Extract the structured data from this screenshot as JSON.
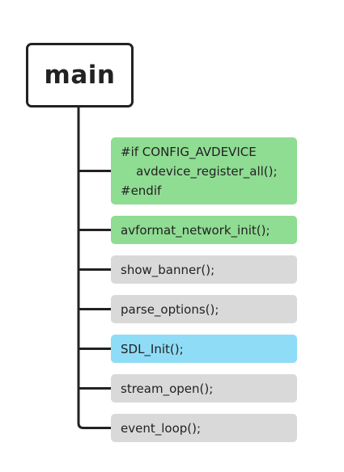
{
  "diagram": {
    "root": {
      "label": "main"
    },
    "children": [
      {
        "id": "avdevice",
        "lines": [
          "#if CONFIG_AVDEVICE",
          "    avdevice_register_all();",
          "#endif"
        ],
        "color": "#8fdc93"
      },
      {
        "id": "network-init",
        "lines": [
          "avformat_network_init();"
        ],
        "color": "#8fdc93"
      },
      {
        "id": "show-banner",
        "lines": [
          "show_banner();"
        ],
        "color": "#d9d9d9"
      },
      {
        "id": "parse-options",
        "lines": [
          "parse_options();"
        ],
        "color": "#d9d9d9"
      },
      {
        "id": "sdl-init",
        "lines": [
          "SDL_Init();"
        ],
        "color": "#8fdcf6"
      },
      {
        "id": "stream-open",
        "lines": [
          "stream_open();"
        ],
        "color": "#d9d9d9"
      },
      {
        "id": "event-loop",
        "lines": [
          "event_loop();"
        ],
        "color": "#d9d9d9"
      }
    ],
    "connector_color": "#222222"
  }
}
